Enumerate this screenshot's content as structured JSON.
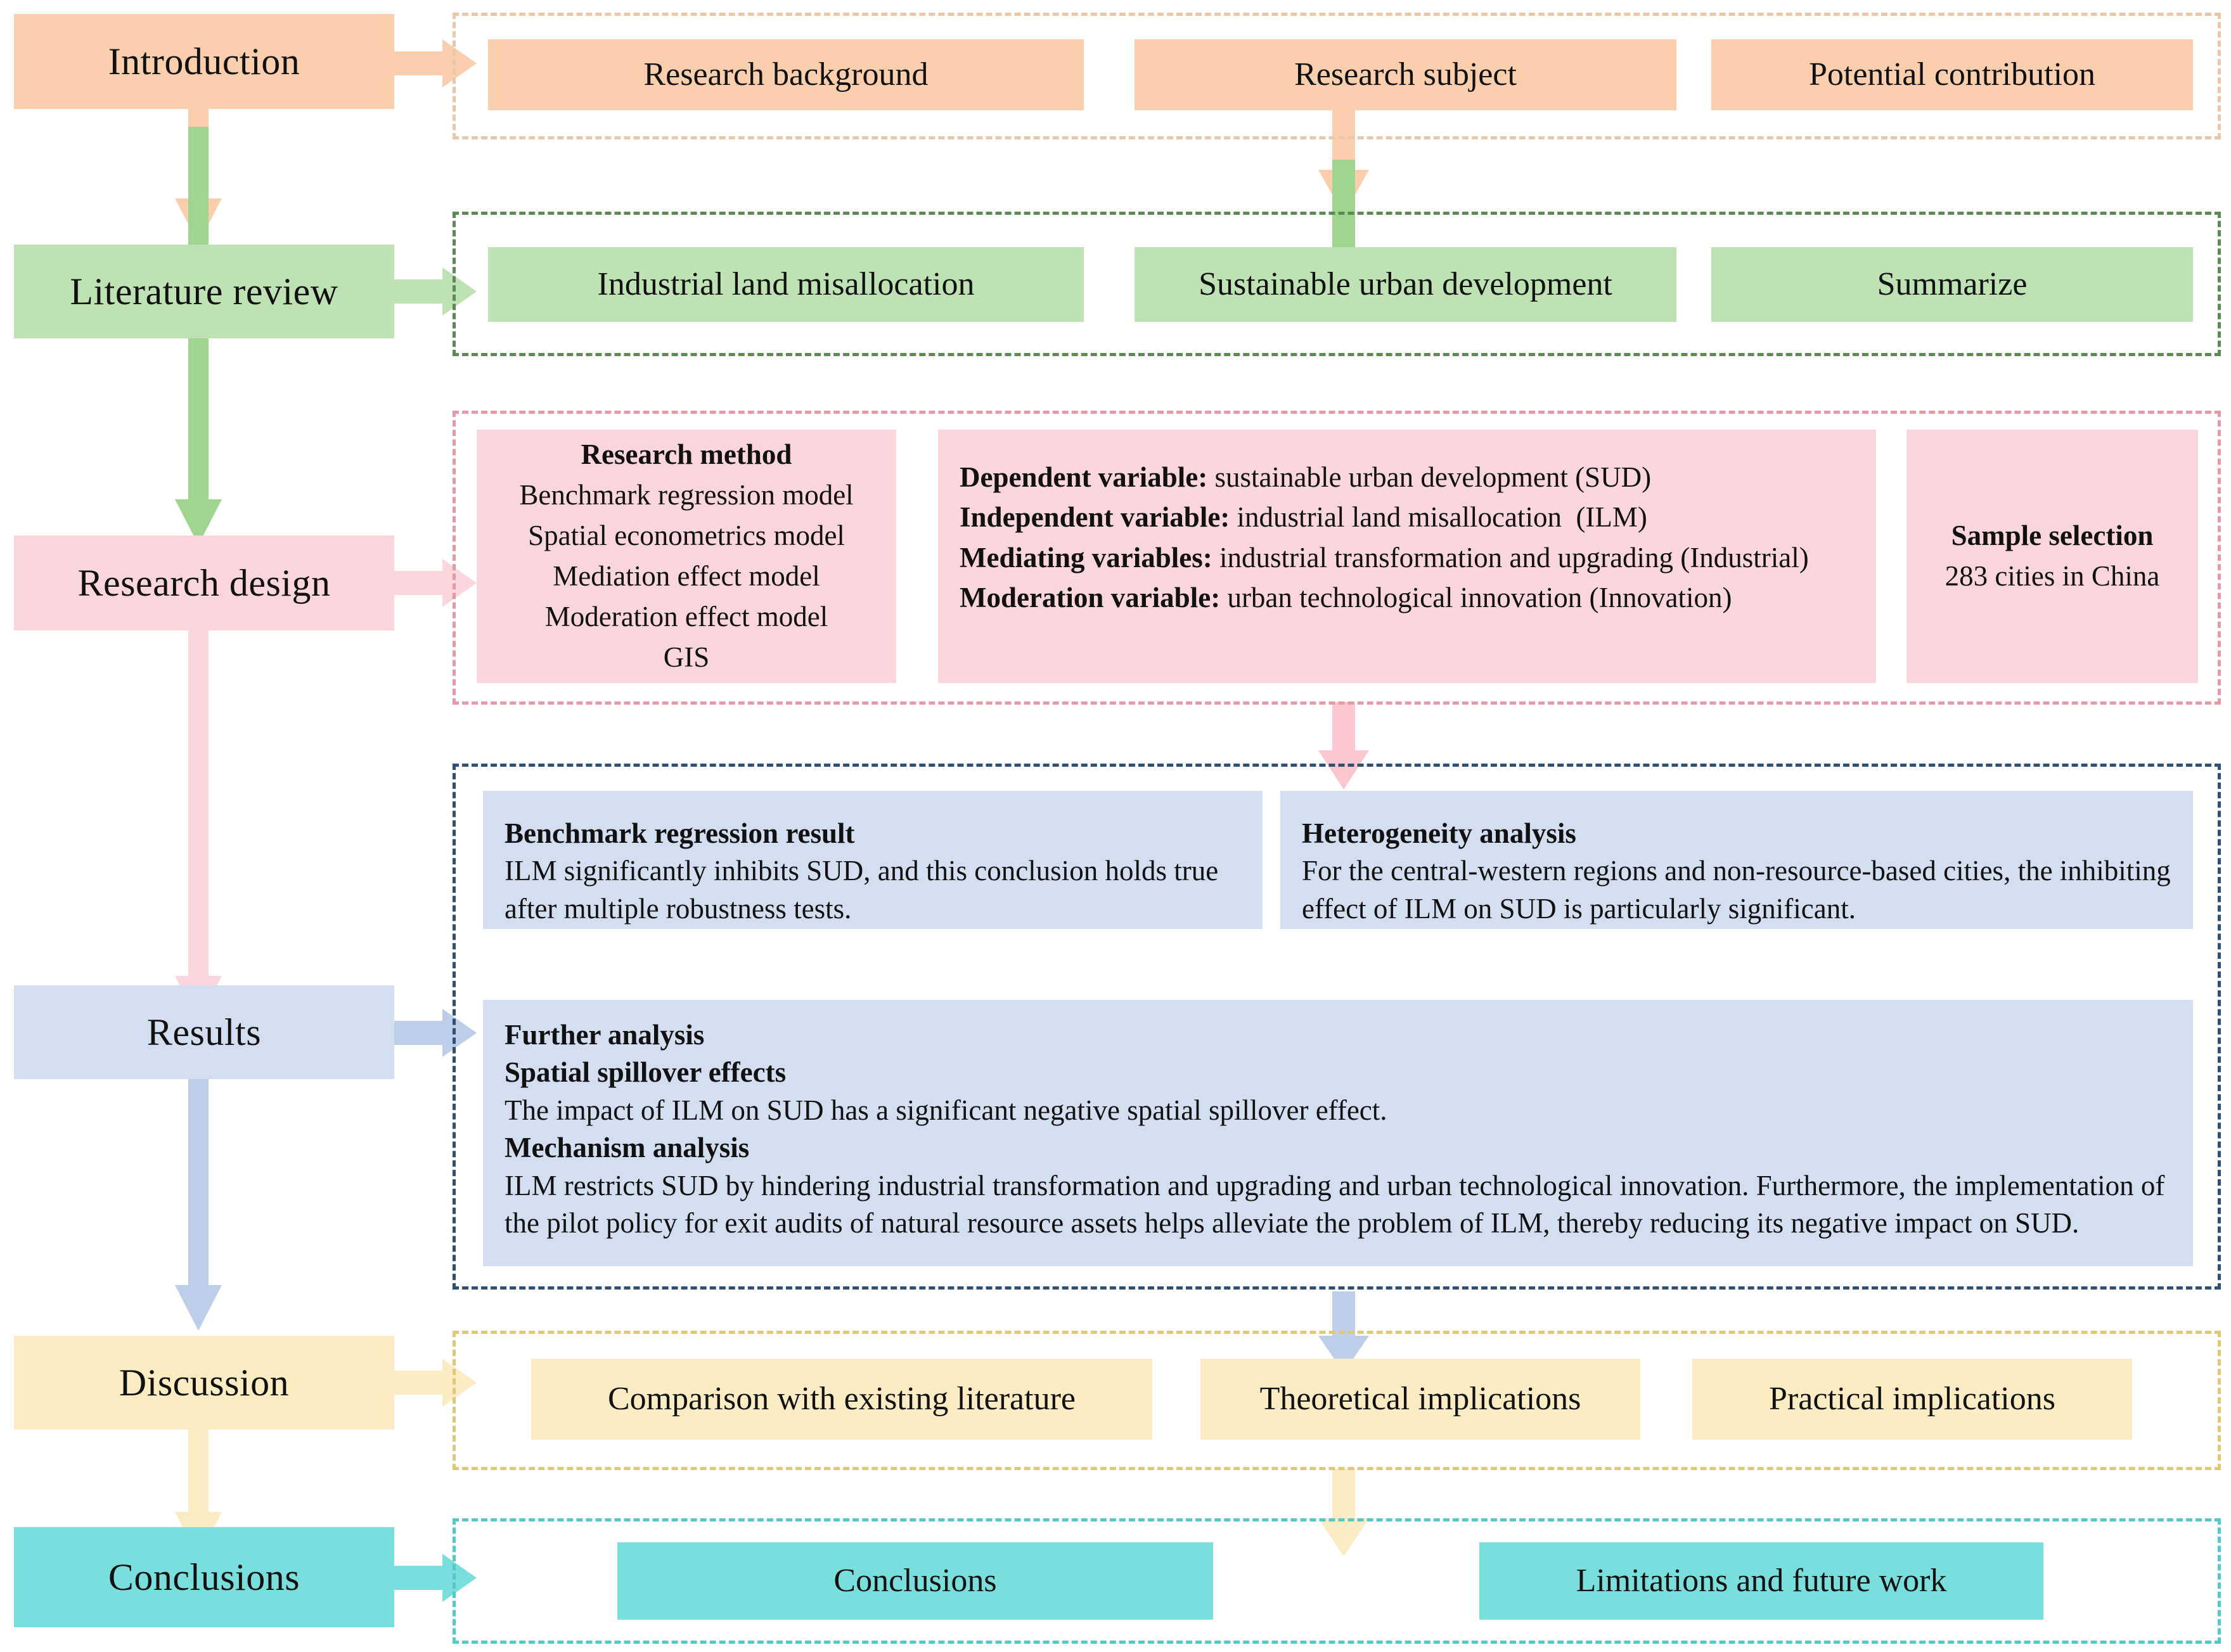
{
  "figure": {
    "title": "Research framework flowchart",
    "type": "flowchart"
  },
  "palette": {
    "introduction": "#fbcfae",
    "literature": "#bfe2b4",
    "design": "#fbd7dd",
    "results": "#d3dff1",
    "discussion": "#fcecc3",
    "conclusions": "#7adfdc",
    "introduction_border": "#e8c8a8",
    "literature_border": "#5d8a52",
    "design_border": "#e79aa6",
    "results_border": "#2f4f73",
    "discussion_border": "#e0c878",
    "conclusions_border": "#55c8c8"
  },
  "stages": {
    "introduction": "Introduction",
    "literature_review": "Literature review",
    "research_design": "Research design",
    "results": "Results",
    "discussion": "Discussion",
    "conclusions": "Conclusions"
  },
  "introduction": {
    "items": [
      "Research background",
      "Research subject",
      "Potential contribution"
    ]
  },
  "literature_review": {
    "items": [
      "Industrial land misallocation",
      "Sustainable urban development",
      "Summarize"
    ]
  },
  "research_design": {
    "method": {
      "heading": "Research method",
      "lines": [
        "Benchmark regression model",
        "Spatial econometrics model",
        "Mediation effect model",
        "Moderation effect model",
        "GIS"
      ]
    },
    "variables": [
      {
        "label": "Dependent variable:",
        "value": " sustainable urban development (SUD)"
      },
      {
        "label": "Independent variable:",
        "value": " industrial land misallocation (ILM)"
      },
      {
        "label": "Mediating variables:",
        "value": " industrial transformation and upgrading (Industrial)"
      },
      {
        "label": "Moderation variable:",
        "value": " urban technological innovation (Innovation)"
      }
    ],
    "sample": {
      "heading": "Sample selection",
      "line": "283 cities in China"
    }
  },
  "results": {
    "benchmark": {
      "heading": "Benchmark regression result",
      "body": "ILM significantly inhibits SUD, and this conclusion holds true after multiple robustness tests."
    },
    "heterogeneity": {
      "heading": "Heterogeneity analysis",
      "body": "For the central-western regions and non-resource-based cities, the inhibiting effect of ILM on SUD is particularly significant."
    },
    "further": {
      "heading": "Further analysis",
      "sub1_heading": "Spatial spillover effects",
      "sub1_body": "The impact of ILM on SUD has a significant negative spatial spillover effect.",
      "sub2_heading": "Mechanism analysis",
      "sub2_body": "ILM restricts SUD by hindering industrial transformation and upgrading and urban technological innovation. Furthermore, the implementation of the pilot policy for exit audits of natural resource assets helps alleviate the problem of ILM, thereby reducing its negative impact on SUD."
    }
  },
  "discussion": {
    "items": [
      "Comparison with existing literature",
      "Theoretical implications",
      "Practical implications"
    ]
  },
  "conclusions": {
    "items": [
      "Conclusions",
      "Limitations and future work"
    ]
  },
  "connectors": {
    "intro_to_items": "arrow-right-orange",
    "intro_to_literature": "arrow-down-orange",
    "intro_items_to_literature_items": "arrow-down-orange",
    "literature_to_items": "arrow-right-green",
    "literature_to_design": "arrow-down-green",
    "literature_items_to_design_items": "arrow-down-green",
    "design_to_items": "arrow-right-pink",
    "design_to_results": "arrow-down-pink",
    "design_items_to_results_items": "arrow-down-pink",
    "results_to_items": "arrow-right-blue",
    "results_to_discussion": "arrow-down-blue",
    "results_items_to_discussion_items": "arrow-down-blue",
    "discussion_to_items": "arrow-right-yellow",
    "discussion_to_conclusions": "arrow-down-yellow",
    "discussion_items_to_conclusion_items": "arrow-down-yellow",
    "conclusions_to_items": "arrow-right-teal"
  }
}
